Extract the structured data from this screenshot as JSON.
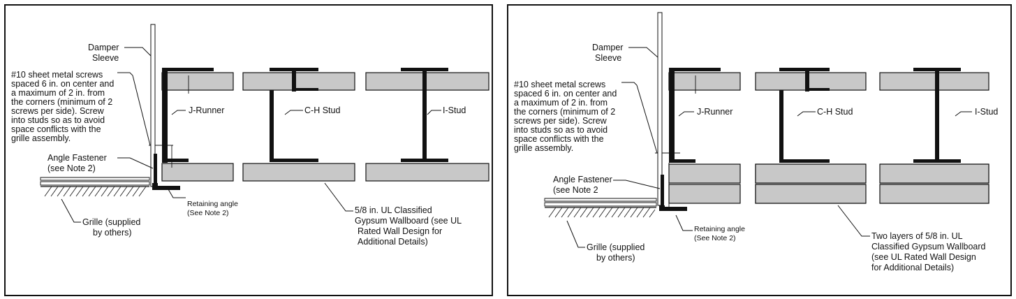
{
  "left": {
    "damper_sleeve": [
      "Damper",
      "Sleeve"
    ],
    "screws_note": [
      "#10 sheet metal screws",
      "spaced 6 in. on center and",
      "a maximum of 2 in.  from",
      "the corners (minimum of 2",
      "screws per side). Screw",
      "into studs so as to avoid",
      "space conflicts with the",
      "grille assembly."
    ],
    "angle_fastener": [
      "Angle Fastener",
      "(see Note 2)"
    ],
    "grille": [
      "Grille (supplied",
      "by others)"
    ],
    "retaining_angle": [
      "Retaining angle",
      "(See Note 2)"
    ],
    "j_runner": "J-Runner",
    "ch_stud": "C-H Stud",
    "i_stud": "I-Stud",
    "gypsum_note": [
      "5/8 in. UL Classified",
      "Gypsum Wallboard (see UL",
      "Rated Wall Design for",
      "Additional Details)"
    ]
  },
  "right": {
    "damper_sleeve": [
      "Damper",
      "Sleeve"
    ],
    "screws_note": [
      "#10 sheet metal screws",
      "spaced 6 in. on center and",
      "a maximum of 2 in.  from",
      "the corners (minimum of 2",
      "screws per side). Screw",
      "into studs so as to avoid",
      "space conflicts with the",
      "grille assembly."
    ],
    "angle_fastener": [
      "Angle Fastener",
      "(see Note 2"
    ],
    "grille": [
      "Grille (supplied",
      "by others)"
    ],
    "retaining_angle": [
      "Retaining angle",
      "(See Note 2)"
    ],
    "j_runner": "J-Runner",
    "ch_stud": "C-H Stud",
    "i_stud": "I-Stud",
    "gypsum_note": [
      "Two layers of 5/8 in. UL",
      "Classified Gypsum Wallboard",
      "(see UL Rated Wall Design",
      "for Additional Details)"
    ]
  }
}
